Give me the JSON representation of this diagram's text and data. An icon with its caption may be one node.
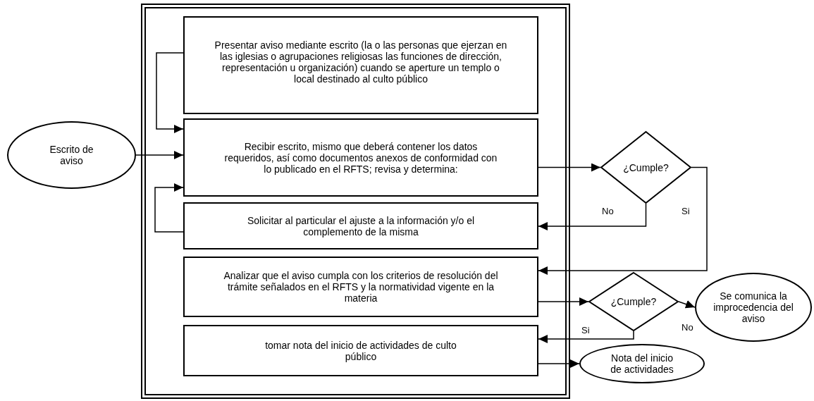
{
  "diagram": {
    "nodes": [
      {
        "text": [],
        "shape": "box"
      },
      {
        "text": [
          "Presentar aviso mediante escrito (la o las personas que ejerzan en las iglesias o agrupaciones religiosas las funciones de dirección, representación u organización) cuando se aperture un templo o local destinado al culto público"
        ],
        "in": 0
      },
      {
        "text": [
          "Recibir escrito, mismo que deberá contener los datos requeridos, así como documentos anexos de conformidad con lo publicado en el RFTS; revisa y determina:"
        ],
        "in": 0
      },
      {
        "text": [
          "Solicitar al particular el ajuste a la información y/o el complemento de la misma"
        ],
        "in": 0
      },
      {
        "text": [
          "Analizar que el aviso cumpla con los criterios de resolución del trámite señalados en el RFTS y la normatividad vigente en la materia"
        ],
        "in": 0
      },
      {
        "text": [
          "tomar nota del inicio de actividades de culto público"
        ],
        "in": 0
      },
      {
        "text": [
          "Escrito de aviso"
        ]
      },
      {
        "text": [
          "¿Cumple?"
        ]
      },
      {
        "text": [
          "¿Cumple?"
        ]
      },
      {
        "text": [
          "Se comunica la improcedencia del aviso"
        ]
      },
      {
        "text": [
          "Nota del inicio de actividades"
        ]
      }
    ],
    "edges": [
      {
        "from": 1,
        "to": 2,
        "arrow": "to"
      },
      {
        "from": 6,
        "to": 2,
        "arrow": "to"
      },
      {
        "from": 3,
        "to": 2,
        "arrow": "to"
      },
      {
        "from": 2,
        "to": 7,
        "arrow": "to"
      },
      {
        "from": 7,
        "to": 3,
        "arrow": "to",
        "label": "No"
      },
      {
        "from": 7,
        "to": 4,
        "arrow": "to",
        "label": "Si"
      },
      {
        "from": 4,
        "to": 8,
        "arrow": "to"
      },
      {
        "from": 8,
        "to": 9,
        "arrow": "to",
        "label": "No"
      },
      {
        "from": 8,
        "to": 5,
        "arrow": "to",
        "label": "Si"
      },
      {
        "from": 5,
        "to": 10,
        "arrow": "to"
      }
    ]
  }
}
